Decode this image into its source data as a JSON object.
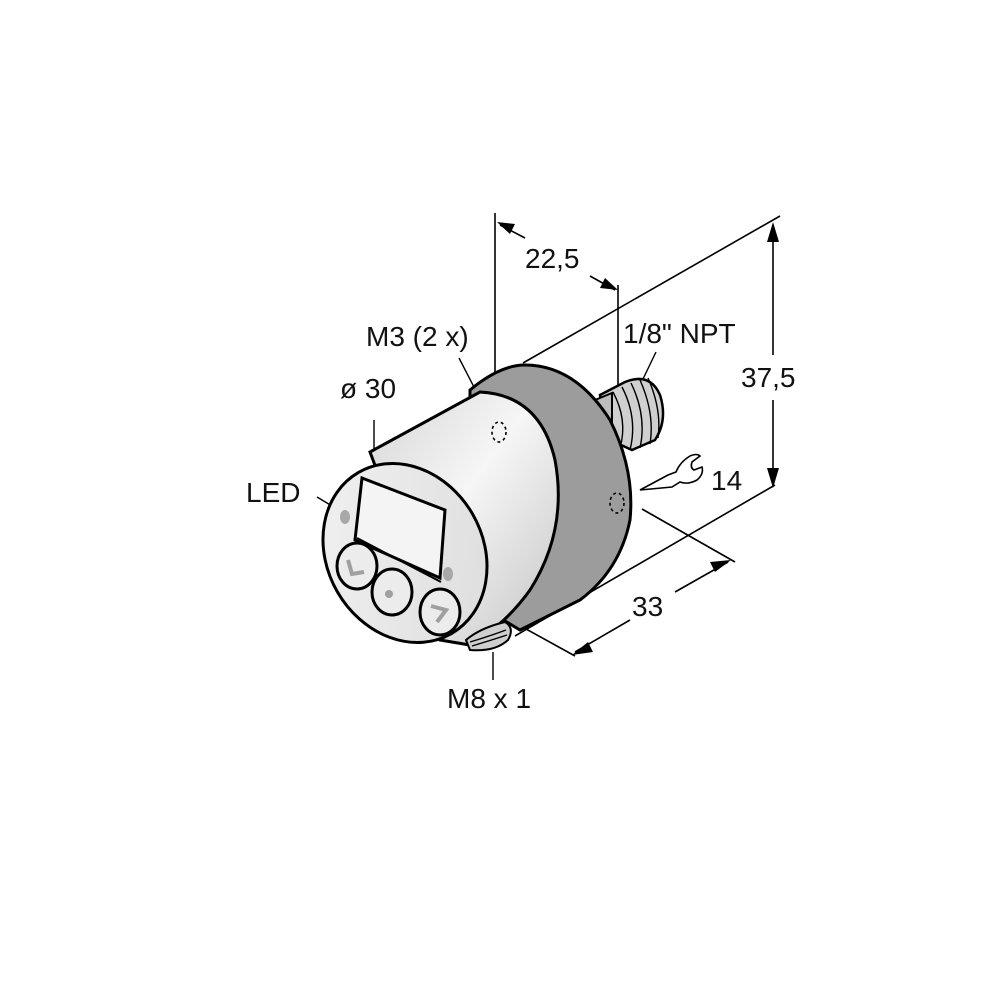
{
  "drawing": {
    "title": "Pressure sensor dimensional drawing",
    "units": "mm",
    "colors": {
      "background": "#ffffff",
      "body_light": "#e8e8e8",
      "body_dark": "#9b9b9b",
      "thread": "#cfcfcf",
      "led": "#a8a8a8",
      "line": "#000000"
    }
  },
  "labels": {
    "led": "LED",
    "diameter": "ø 30",
    "mount_holes": "M3 (2 x)",
    "width": "22,5",
    "process_thread": "1/8\" NPT",
    "height": "37,5",
    "wrench_size": "14",
    "length": "33",
    "connector": "M8 x 1"
  },
  "buttons": [
    {
      "icon": "left-arrow-icon",
      "glyph": "<"
    },
    {
      "icon": "center-dot-icon",
      "glyph": "•"
    },
    {
      "icon": "right-arrow-icon",
      "glyph": ">"
    }
  ],
  "icons": {
    "wrench": "wrench-icon"
  }
}
